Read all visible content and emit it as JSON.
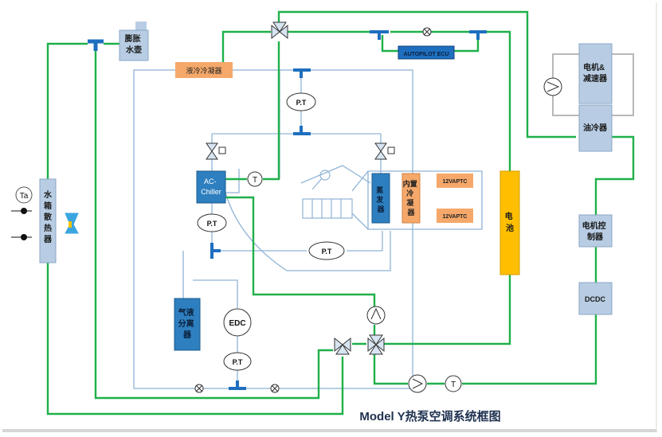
{
  "title": "Model Y热泵空调系统框图",
  "colors": {
    "coolant_line": "#1fb04a",
    "refrigerant_line": "#8fb4d6",
    "component_fill": "#b8cde3",
    "component_dark": "#2e7fbf",
    "accent_orange": "#f5a86a",
    "battery": "#ffbf00",
    "ecu": "#1f6fbf"
  },
  "components": {
    "radiator": "水箱散热器",
    "ta_label": "Ta",
    "expansion_tank": "膨胀水壶",
    "liquid_condenser": "液冷冷凝器",
    "autopilot_ecu": "AUTOPILOT ECU",
    "motor_reducer": "电机&减速器",
    "oil_cooler": "油冷器",
    "battery": "电池",
    "motor_controller": "电机控制器",
    "dcdc": "DCDC",
    "ac_chiller": "AC-Chiller",
    "evaporator": "蒸发器",
    "inner_condenser": "内置冷凝器",
    "ptc_top": "12VAPTC",
    "ptc_bottom": "12VAPTC",
    "gas_liquid_separator": "气液分离器",
    "edc": "EDC"
  },
  "sensors": {
    "pt": "P.T",
    "t": "T"
  },
  "icons": [
    "pump-icon",
    "three-way-valve-icon",
    "expansion-valve-icon",
    "solenoid-valve-icon",
    "fan-icon",
    "tee-connector-icon"
  ]
}
